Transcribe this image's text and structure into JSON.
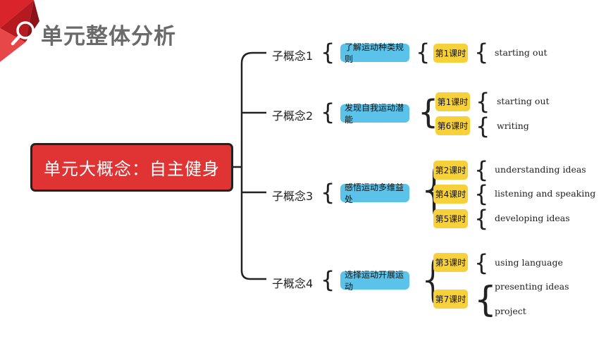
{
  "header": {
    "title": "单元整体分析"
  },
  "root": {
    "label": "单元大概念：自主健身"
  },
  "subconcepts": [
    {
      "label": "子概念1",
      "topic": "了解运动种类规则",
      "lessons": [
        {
          "label": "第1课时",
          "activities": [
            "starting out"
          ]
        }
      ]
    },
    {
      "label": "子概念2",
      "topic": "发现自我运动潜能",
      "lessons": [
        {
          "label": "第1课时",
          "activities": [
            "starting out"
          ]
        },
        {
          "label": "第6课时",
          "activities": [
            "writing"
          ]
        }
      ]
    },
    {
      "label": "子概念3",
      "topic": "感悟运动多维益处",
      "lessons": [
        {
          "label": "第2课时",
          "activities": [
            "understanding ideas"
          ]
        },
        {
          "label": "第4课时",
          "activities": [
            "listening and speaking"
          ]
        },
        {
          "label": "第5课时",
          "activities": [
            "developing ideas"
          ]
        }
      ]
    },
    {
      "label": "子概念4",
      "topic": "选择运动开展运动",
      "lessons": [
        {
          "label": "第3课时",
          "activities": [
            "using language"
          ]
        },
        {
          "label": "第7课时",
          "activities": [
            "presenting ideas",
            "project"
          ]
        }
      ]
    }
  ],
  "colors": {
    "root": "#e03434",
    "topic": "#5bc3e9",
    "lesson": "#f7d13a",
    "title": "#6a6a6a"
  }
}
